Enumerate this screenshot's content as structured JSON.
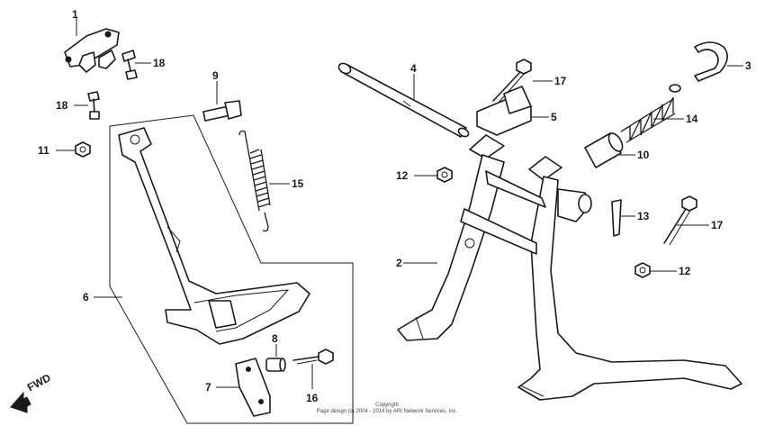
{
  "callouts": [
    {
      "id": "c1",
      "text": "1"
    },
    {
      "id": "c2",
      "text": "2"
    },
    {
      "id": "c3",
      "text": "3"
    },
    {
      "id": "c4",
      "text": "4"
    },
    {
      "id": "c5",
      "text": "5"
    },
    {
      "id": "c6",
      "text": "6"
    },
    {
      "id": "c7",
      "text": "7"
    },
    {
      "id": "c8",
      "text": "8"
    },
    {
      "id": "c9",
      "text": "9"
    },
    {
      "id": "c10",
      "text": "10"
    },
    {
      "id": "c11",
      "text": "11"
    },
    {
      "id": "c12a",
      "text": "12"
    },
    {
      "id": "c12b",
      "text": "12"
    },
    {
      "id": "c13",
      "text": "13"
    },
    {
      "id": "c14",
      "text": "14"
    },
    {
      "id": "c15",
      "text": "15"
    },
    {
      "id": "c16",
      "text": "16"
    },
    {
      "id": "c17a",
      "text": "17"
    },
    {
      "id": "c17b",
      "text": "17"
    },
    {
      "id": "c18a",
      "text": "18"
    },
    {
      "id": "c18b",
      "text": "18"
    }
  ],
  "fwd_label": "FWD",
  "copyright": {
    "line1": "Copyright",
    "line2": "Page design (c) 2004 - 2014 by ARI Network Services, Inc."
  }
}
